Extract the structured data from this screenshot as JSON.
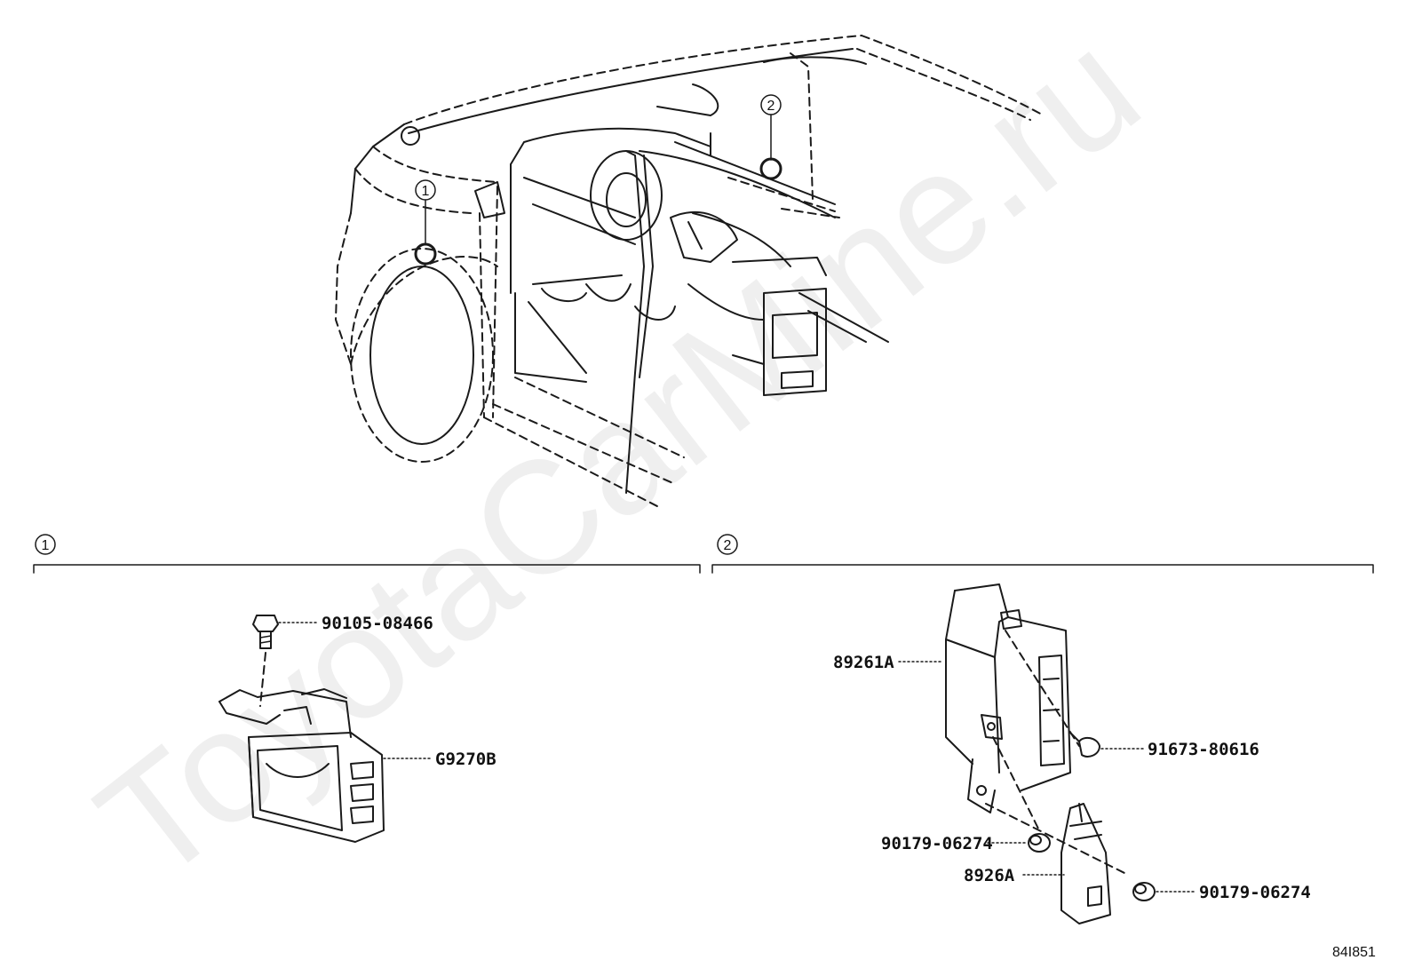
{
  "callouts": {
    "one": "1",
    "two": "2"
  },
  "sections": {
    "one": {
      "marker": "1"
    },
    "two": {
      "marker": "2"
    }
  },
  "parts": {
    "bolt": "90105-08466",
    "module_left": "G9270B",
    "module_right": "89261A",
    "screw": "91673-80616",
    "nut_left": "90179-06274",
    "sub_module": "8926A",
    "nut_right": "90179-06274"
  },
  "diagram_id": "84I851",
  "watermark": "ToyotaCarMine.ru"
}
